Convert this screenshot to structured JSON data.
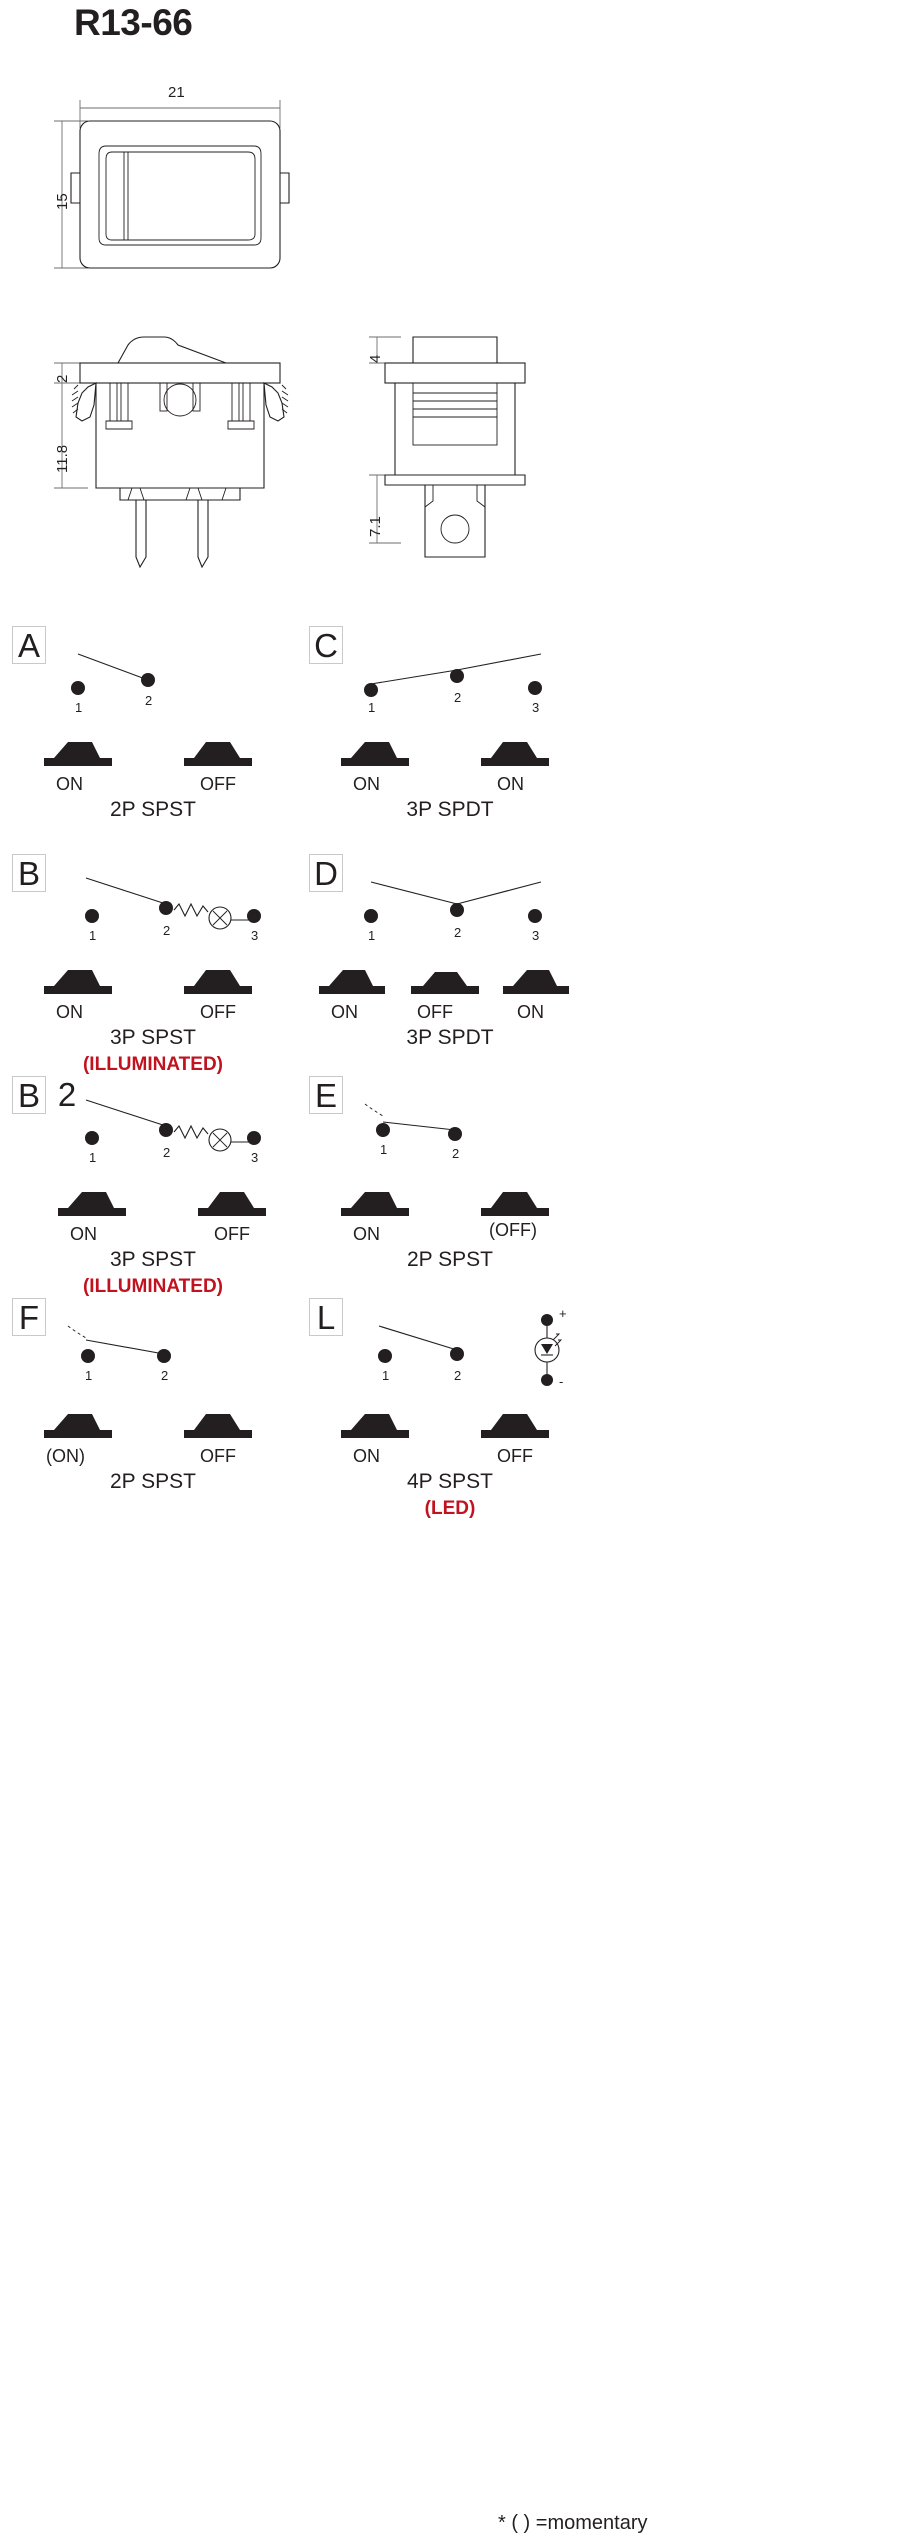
{
  "title": "R13-66",
  "dimensions": {
    "top_width": "21",
    "top_height": "15",
    "front_bezel": "2",
    "front_body": "11.8",
    "side_bezel": "4",
    "side_terminal": "7.1"
  },
  "footnote": "* (  ) =momentary",
  "panels": [
    {
      "code": "A",
      "code2": "",
      "pins": [
        "1",
        "2"
      ],
      "states": [
        "ON",
        "OFF"
      ],
      "type": "2P SPST",
      "sub": ""
    },
    {
      "code": "C",
      "code2": "",
      "pins": [
        "1",
        "2",
        "3"
      ],
      "states": [
        "ON",
        "ON"
      ],
      "type": "3P SPDT",
      "sub": ""
    },
    {
      "code": "B",
      "code2": "",
      "pins": [
        "1",
        "2",
        "3"
      ],
      "states": [
        "ON",
        "OFF"
      ],
      "type": "3P SPST",
      "sub": "(ILLUMINATED)"
    },
    {
      "code": "D",
      "code2": "",
      "pins": [
        "1",
        "2",
        "3"
      ],
      "states": [
        "ON",
        "OFF",
        "ON"
      ],
      "type": "3P SPDT",
      "sub": ""
    },
    {
      "code": "B",
      "code2": "2",
      "pins": [
        "1",
        "2",
        "3"
      ],
      "states": [
        "ON",
        "OFF"
      ],
      "type": "3P SPST",
      "sub": "(ILLUMINATED)"
    },
    {
      "code": "E",
      "code2": "",
      "pins": [
        "1",
        "2"
      ],
      "states": [
        "ON",
        "(OFF)"
      ],
      "type": "2P SPST",
      "sub": ""
    },
    {
      "code": "F",
      "code2": "",
      "pins": [
        "1",
        "2"
      ],
      "states": [
        "(ON)",
        "OFF"
      ],
      "type": "2P SPST",
      "sub": ""
    },
    {
      "code": "L",
      "code2": "",
      "pins": [
        "1",
        "2"
      ],
      "states": [
        "ON",
        "OFF"
      ],
      "type": "4P SPST",
      "sub": "(LED)",
      "led_plus": "+",
      "led_minus": "-"
    }
  ],
  "colors": {
    "line": "#231f20",
    "accent_red": "#c1121f",
    "dim_line": "#6d6e71"
  }
}
